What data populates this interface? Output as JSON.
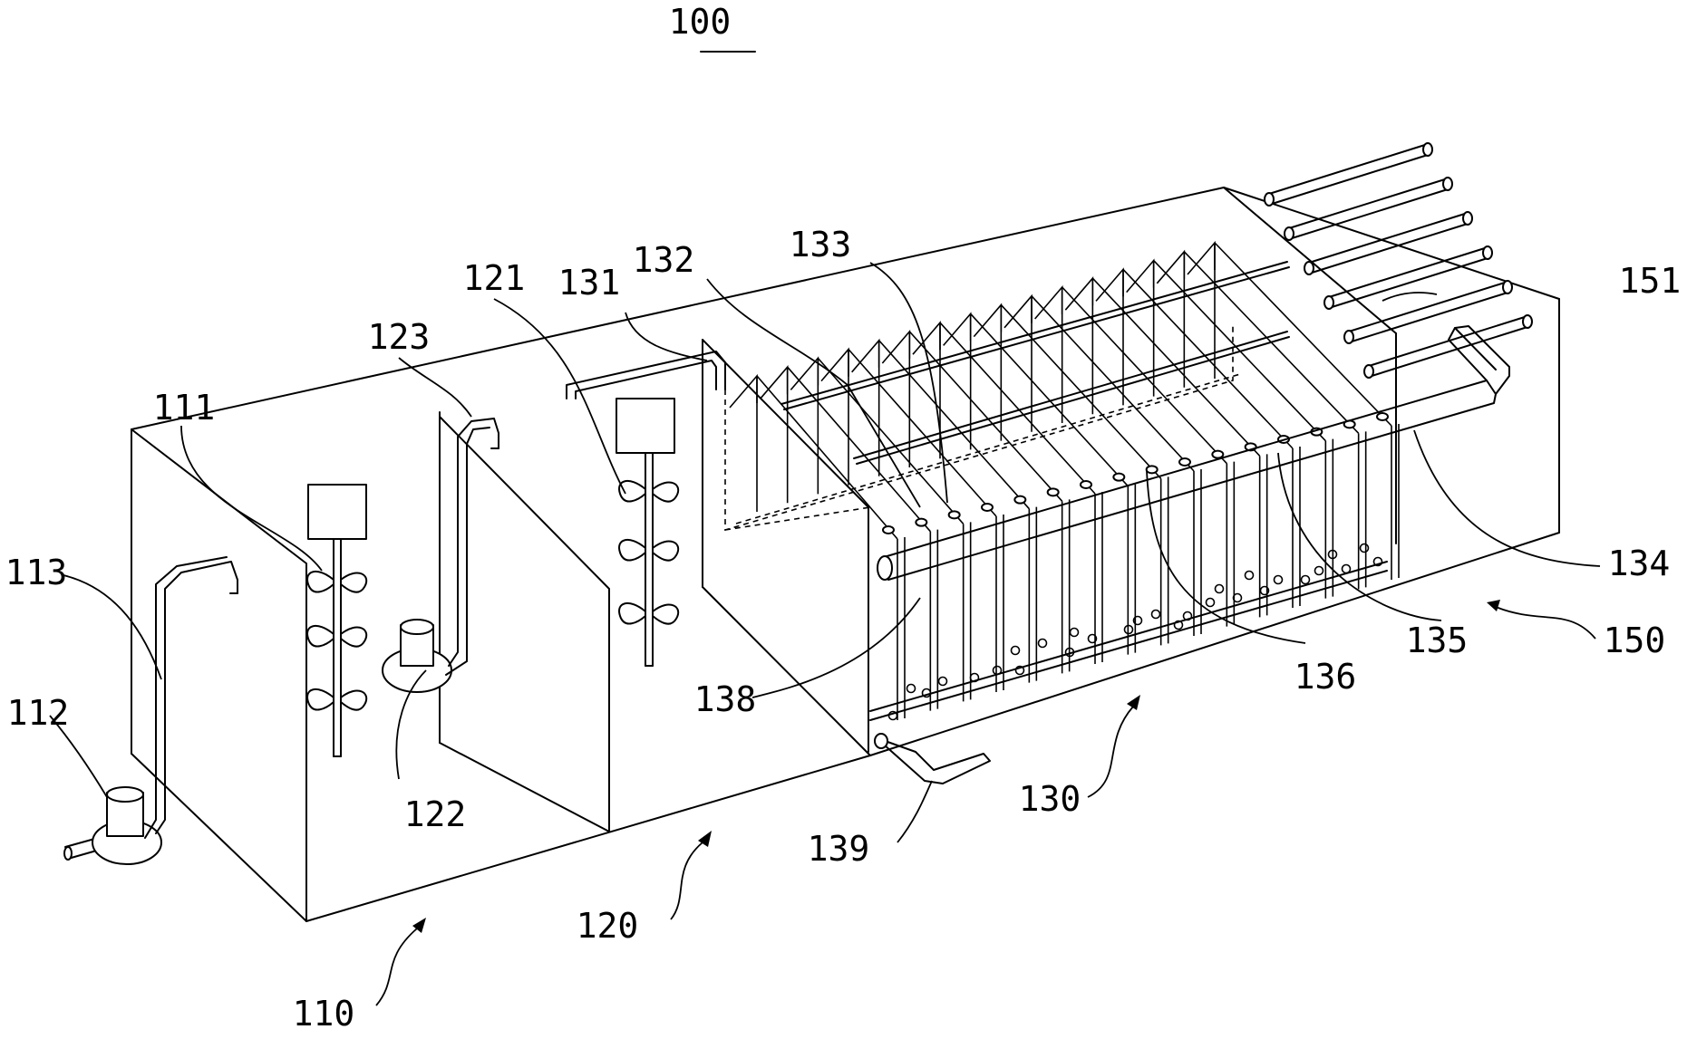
{
  "figure": {
    "number": "100"
  },
  "labels": [
    {
      "id": "110",
      "text": "110"
    },
    {
      "id": "111",
      "text": "111"
    },
    {
      "id": "112",
      "text": "112"
    },
    {
      "id": "113",
      "text": "113"
    },
    {
      "id": "120",
      "text": "120"
    },
    {
      "id": "121",
      "text": "121"
    },
    {
      "id": "122",
      "text": "122"
    },
    {
      "id": "123",
      "text": "123"
    },
    {
      "id": "130",
      "text": "130"
    },
    {
      "id": "131",
      "text": "131"
    },
    {
      "id": "132",
      "text": "132"
    },
    {
      "id": "133",
      "text": "133"
    },
    {
      "id": "134",
      "text": "134"
    },
    {
      "id": "135",
      "text": "135"
    },
    {
      "id": "136",
      "text": "136"
    },
    {
      "id": "138",
      "text": "138"
    },
    {
      "id": "139",
      "text": "139"
    },
    {
      "id": "150",
      "text": "150"
    },
    {
      "id": "151",
      "text": "151"
    }
  ]
}
